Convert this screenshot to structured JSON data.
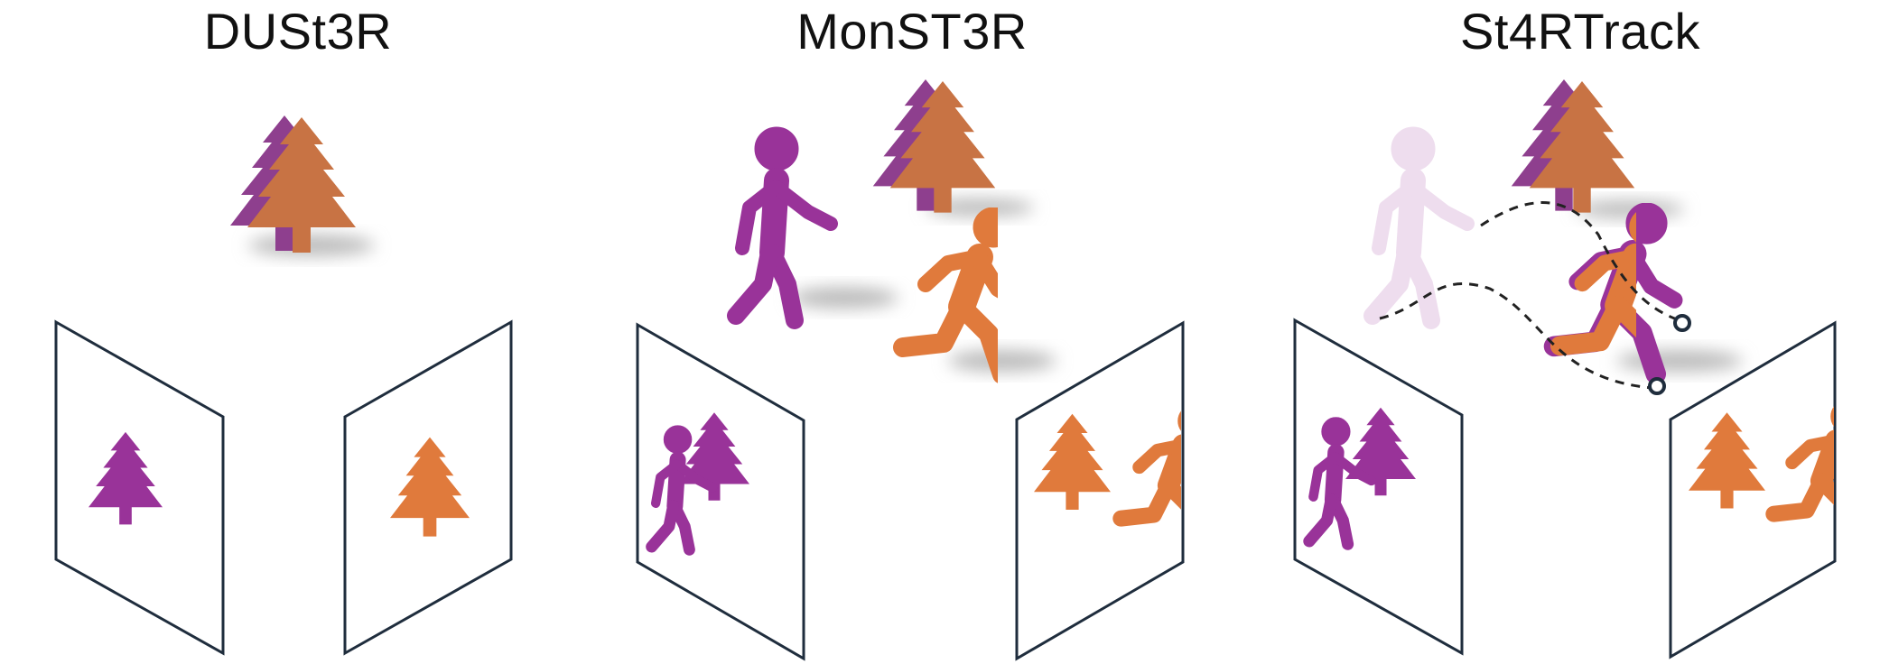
{
  "titles": {
    "dust3r": "DUSt3R",
    "monst3r": "MonST3R",
    "st4rtrack": "St4RTrack"
  },
  "colors": {
    "purple": "#993399",
    "orange": "#E07A3C",
    "tree_orange": "#C87344",
    "faded_purple": "#EEDDEE",
    "frame_stroke": "#1F2D3D",
    "shadow": "#BBBBBB",
    "track_line": "#222222"
  },
  "icons": [
    "tree-icon",
    "walking-person-icon",
    "running-person-icon",
    "camera-frame-icon",
    "track-endpoint-icon"
  ]
}
